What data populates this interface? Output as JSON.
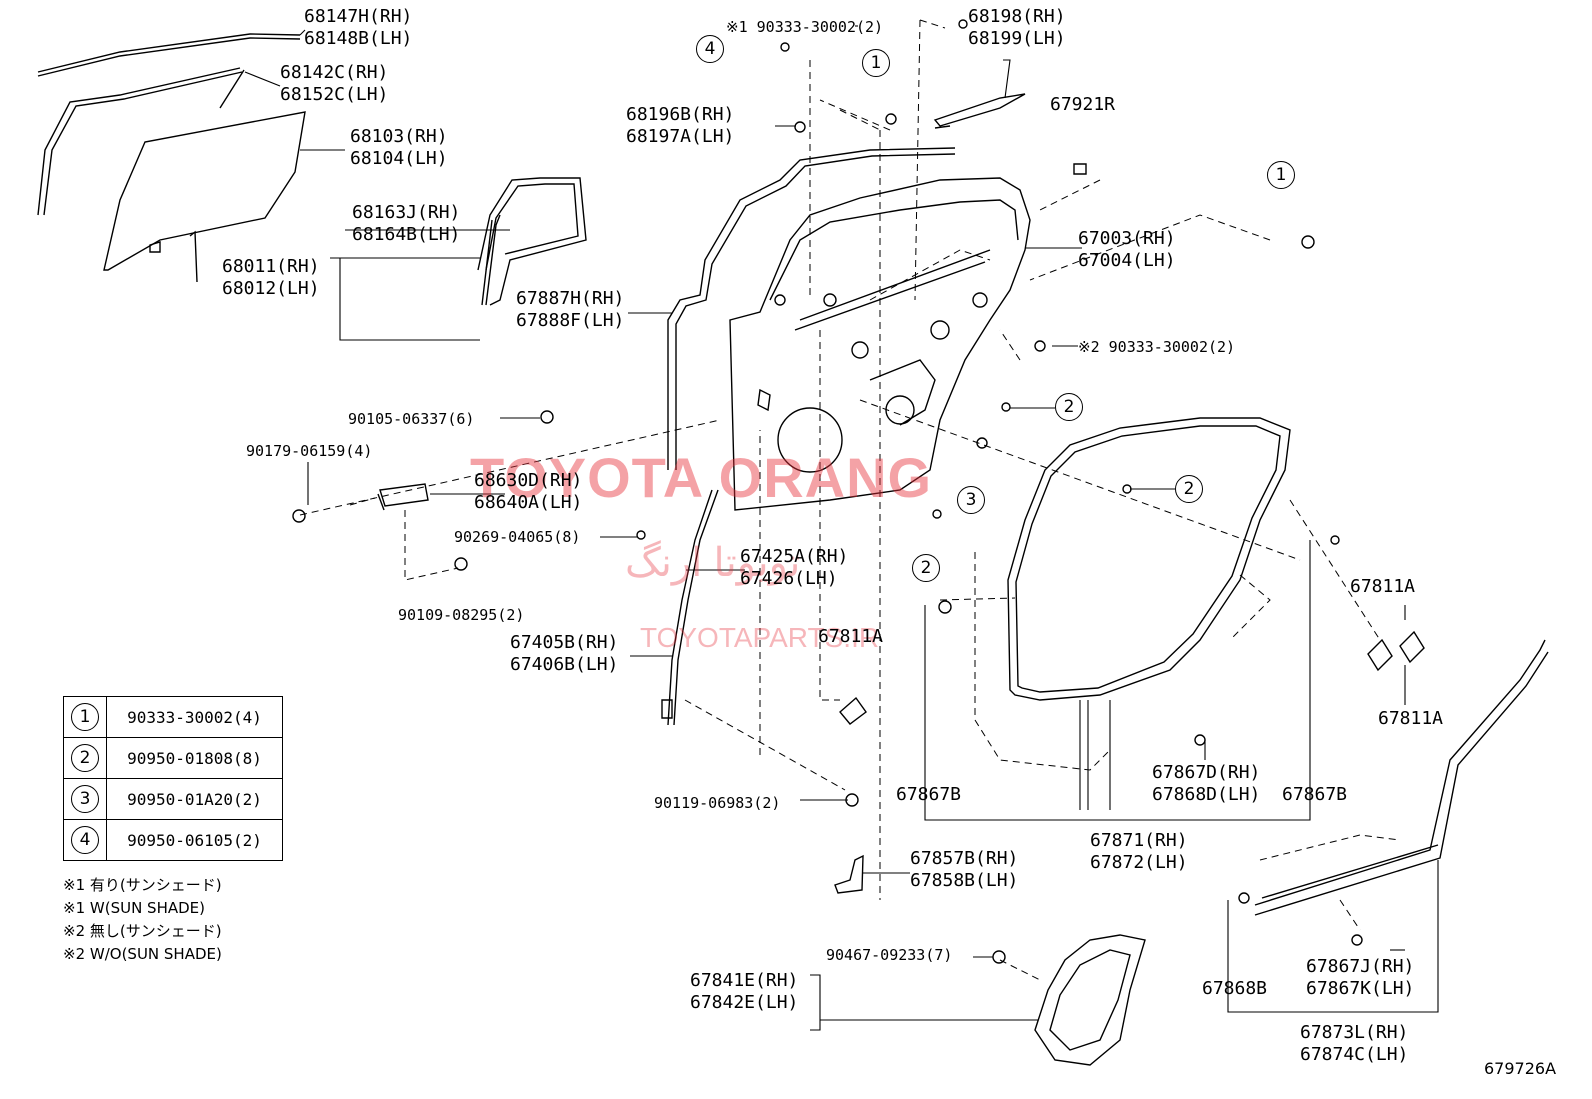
{
  "labels": {
    "l68147": [
      "68147H(RH)",
      "68148B(LH)"
    ],
    "l68142": [
      "68142C(RH)",
      "68152C(LH)"
    ],
    "l68103": [
      "68103(RH)",
      "68104(LH)"
    ],
    "l68163": [
      "68163J(RH)",
      "68164B(LH)"
    ],
    "l68011": [
      "68011(RH)",
      "68012(LH)"
    ],
    "l67887": [
      "67887H(RH)",
      "67888F(LH)"
    ],
    "l90105": "90105-06337(6)",
    "l90179": "90179-06159(4)",
    "l68630": [
      "68630D(RH)",
      "68640A(LH)"
    ],
    "l90269": "90269-04065(8)",
    "l90109": "90109-08295(2)",
    "l67425": [
      "67425A(RH)",
      "67426(LH)"
    ],
    "l67405": [
      "67405B(RH)",
      "67406B(LH)"
    ],
    "l67811a_mid": "67811A",
    "l90119": "90119-06983(2)",
    "l67857": [
      "67857B(RH)",
      "67858B(LH)"
    ],
    "l90467": "90467-09233(7)",
    "l67841": [
      "67841E(RH)",
      "67842E(LH)"
    ],
    "l90333_top": "※1 90333-30002(2)",
    "l68196": [
      "68196B(RH)",
      "68197A(LH)"
    ],
    "l68198": [
      "68198(RH)",
      "68199(LH)"
    ],
    "l67921": "67921R",
    "l67003": [
      "67003(RH)",
      "67004(LH)"
    ],
    "l90333_mid": "※2 90333-30002(2)",
    "l67811a_r1": "67811A",
    "l67811a_r2": "67811A",
    "l67867b_l": "67867B",
    "l67867d": [
      "67867D(RH)",
      "67868D(LH)"
    ],
    "l67867b_r": "67867B",
    "l67871": [
      "67871(RH)",
      "67872(LH)"
    ],
    "l67868b": "67868B",
    "l67867j": [
      "67867J(RH)",
      "67867K(LH)"
    ],
    "l67873": [
      "67873L(RH)",
      "67874C(LH)"
    ],
    "figure_id": "679726A"
  },
  "callouts": [
    "1",
    "2",
    "3",
    "4"
  ],
  "legend": [
    {
      "num": "1",
      "code": "90333-30002(4)"
    },
    {
      "num": "2",
      "code": "90950-01808(8)"
    },
    {
      "num": "3",
      "code": "90950-01A20(2)"
    },
    {
      "num": "4",
      "code": "90950-06105(2)"
    }
  ],
  "notes": [
    "※1 有り(サンシェード)",
    "※1 W(SUN SHADE)",
    "※2 無し(サンシェード)",
    "※2 W/O(SUN SHADE)"
  ],
  "watermark": {
    "main": "TOYOTA ORANG",
    "persian": "تویوتا ارنگ",
    "site": "TOYOTAPARTS.IR",
    "color": "#e8323c"
  }
}
